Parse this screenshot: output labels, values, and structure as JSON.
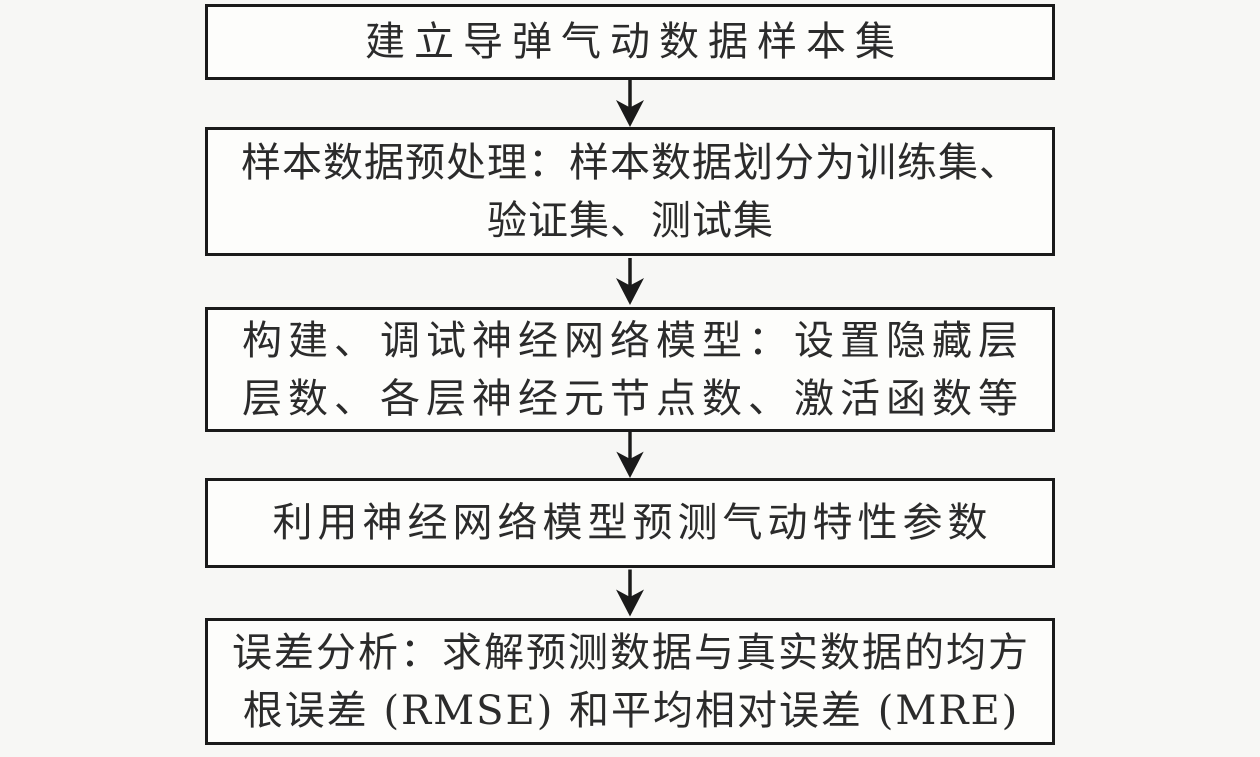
{
  "flowchart": {
    "kind": "vertical-process-flowchart",
    "steps": [
      {
        "lines": [
          "建立导弹气动数据样本集"
        ]
      },
      {
        "lines": [
          "样本数据预处理：样本数据划分为训练集、",
          "验证集、测试集"
        ]
      },
      {
        "lines": [
          "构建、调试神经网络模型：设置隐藏层",
          "层数、各层神经元节点数、激活函数等"
        ]
      },
      {
        "lines": [
          "利用神经网络模型预测气动特性参数"
        ]
      },
      {
        "lines": [
          "误差分析：求解预测数据与真实数据的均方",
          "根误差 (RMSE) 和平均相对误差 (MRE)"
        ]
      }
    ],
    "connector_icon": "arrow-down-icon",
    "colors": {
      "background": "#f7f7f5",
      "box_fill": "#fdfdfb",
      "border": "#1a1a1a",
      "text": "#2b2b2b",
      "arrow": "#1a1a1a"
    }
  }
}
